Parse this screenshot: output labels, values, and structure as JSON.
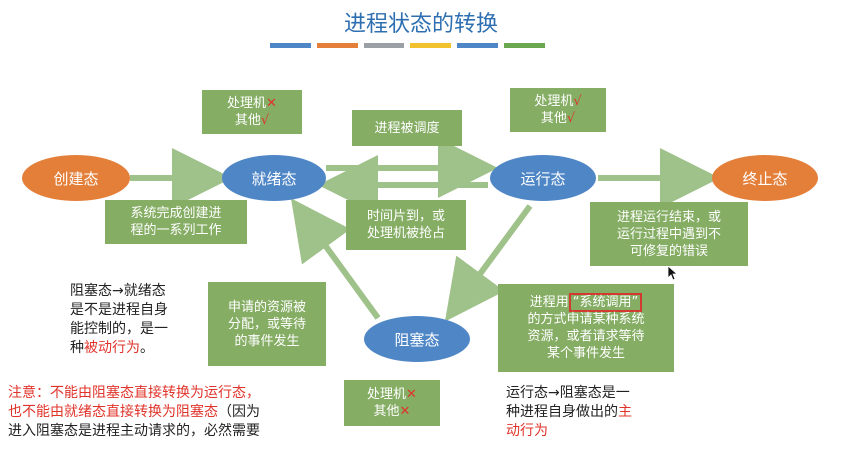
{
  "title": "进程状态的转换",
  "colors": {
    "title": "#2e6fb1",
    "blue_state": "#4f86c6",
    "orange_state": "#e47f3a",
    "green": "#85ad64",
    "red": "#e0342b"
  },
  "states": {
    "create": "创建态",
    "ready": "就绪态",
    "running": "运行态",
    "terminated": "终止态",
    "blocked": "阻塞态"
  },
  "callouts": {
    "ready_status": {
      "line1": "处理机",
      "mark1": "✕",
      "line2": "其他",
      "mark2": "√"
    },
    "running_status": {
      "line1": "处理机",
      "mark1": "√",
      "line2": "其他",
      "mark2": "√"
    },
    "blocked_status": {
      "line1": "处理机",
      "mark1": "✕",
      "line2": "其他",
      "mark2": "✕"
    },
    "create_done": {
      "line1": "系统完成创建进",
      "line2": "程的一系列工作"
    },
    "scheduled": "进程被调度",
    "timeslice": {
      "line1": "时间片到，或",
      "line2": "处理机被抢占"
    },
    "run_end": {
      "line1": "进程运行结束，或",
      "line2": "运行过程中遇到不",
      "line3": "可修复的错误"
    },
    "resource": {
      "line1": "申请的资源被",
      "line2": "分配，或等待",
      "line3": "的事件发生"
    },
    "syscall": {
      "line1_pre": "进程用",
      "line1_box": "“系统调用”",
      "line2": "的方式申请某种系统",
      "line3": "资源，或者请求等待",
      "line4": "某个事件发生"
    }
  },
  "notes": {
    "blocked_to_ready": {
      "line1": "阻塞态→就绪态",
      "line2": "是不是进程自身",
      "line3": "能控制的，是一",
      "line4_pre": "种",
      "line4_red": "被动行为",
      "line4_post": "。"
    },
    "warning": {
      "line1": "注意：不能由阻塞态直接转换为运行态，",
      "line2_red": "也不能由就绪态直接转换为阻塞态",
      "line2_post": "（因为",
      "line3": "进入阻塞态是进程主动请求的，必然需要"
    },
    "running_to_blocked": {
      "line1": "运行态→阻塞态是一",
      "line2_pre": "种进程自身做出的",
      "line2_red": "主",
      "line3_red": "动行为"
    }
  }
}
